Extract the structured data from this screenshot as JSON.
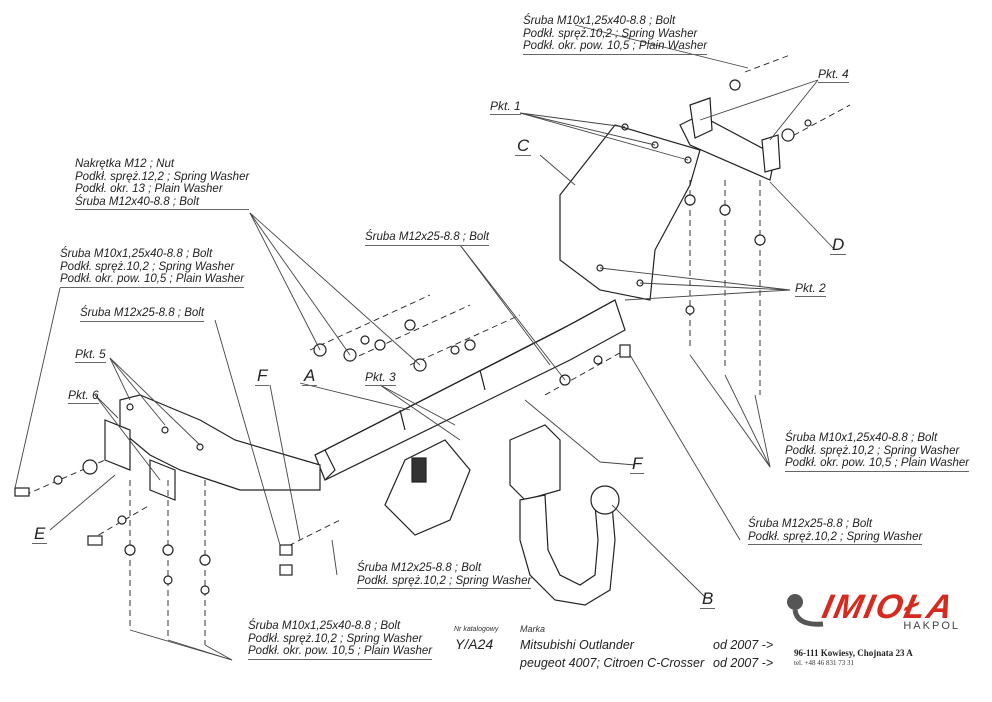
{
  "callouts": {
    "top_right": [
      "Śruba M10x1,25x40-8.8 ;  Bolt",
      "Podkł. spręż.10,2 ; Spring Washer",
      "Podkł. okr. pow. 10,5 ; Plain Washer"
    ],
    "nut_group": [
      "Nakrętka  M12 ; Nut",
      "Podkł. spręż.12,2 ; Spring Washer",
      "Podkł. okr. 13 ; Plain Washer",
      "Śruba M12x40-8.8 ;  Bolt"
    ],
    "left_bolt": [
      "Śruba M10x1,25x40-8.8 ;  Bolt",
      "Podkł. spręż.10,2 ; Spring Washer",
      "Podkł. okr. pow. 10,5 ; Plain Washer"
    ],
    "left_m12": [
      "Śruba M12x25-8.8 ;  Bolt"
    ],
    "center_m12": [
      "Śruba M12x25-8.8 ;  Bolt"
    ],
    "right_lower": [
      "Śruba M10x1,25x40-8.8 ;  Bolt",
      "Podkł. spręż.10,2 ; Spring Washer",
      "Podkł. okr. pow. 10,5 ; Plain Washer"
    ],
    "right_m12": [
      "Śruba M12x25-8.8 ;  Bolt",
      "Podkł. spręż.10,2 ; Spring Washer"
    ],
    "bottom_center": [
      "Śruba M12x25-8.8 ;  Bolt",
      "Podkł. spręż.10,2 ; Spring Washer"
    ],
    "bottom_left": [
      "Śruba M10x1,25x40-8.8 ;  Bolt",
      "Podkł. spręż.10,2 ; Spring Washer",
      "Podkł. okr. pow. 10,5 ; Plain Washer"
    ]
  },
  "part_labels": {
    "A": "A",
    "B": "B",
    "C": "C",
    "D": "D",
    "E": "E",
    "F1": "F",
    "F2": "F"
  },
  "points": {
    "p1": "Pkt. 1",
    "p2": "Pkt. 2",
    "p3": "Pkt. 3",
    "p4": "Pkt. 4",
    "p5": "Pkt. 5",
    "p6": "Pkt. 6"
  },
  "title_block": {
    "catalog_label": "Nr katalogowy",
    "catalog_number": "Y/A24",
    "brand_label": "Marka",
    "vehicles": [
      {
        "model": "Mitsubishi Outlander",
        "from": "od  2007 ->"
      },
      {
        "model": "peugeot 4007; Citroen C-Crosser",
        "from": "od  2007 ->"
      }
    ]
  },
  "company": {
    "name": "IMIOŁA",
    "sub": "HAKPOL",
    "address": "96-111 Kowiesy, Chojnata 23 A",
    "phone": "tel. +48 46 831 73 31",
    "brand_color": "#d62a1f"
  }
}
